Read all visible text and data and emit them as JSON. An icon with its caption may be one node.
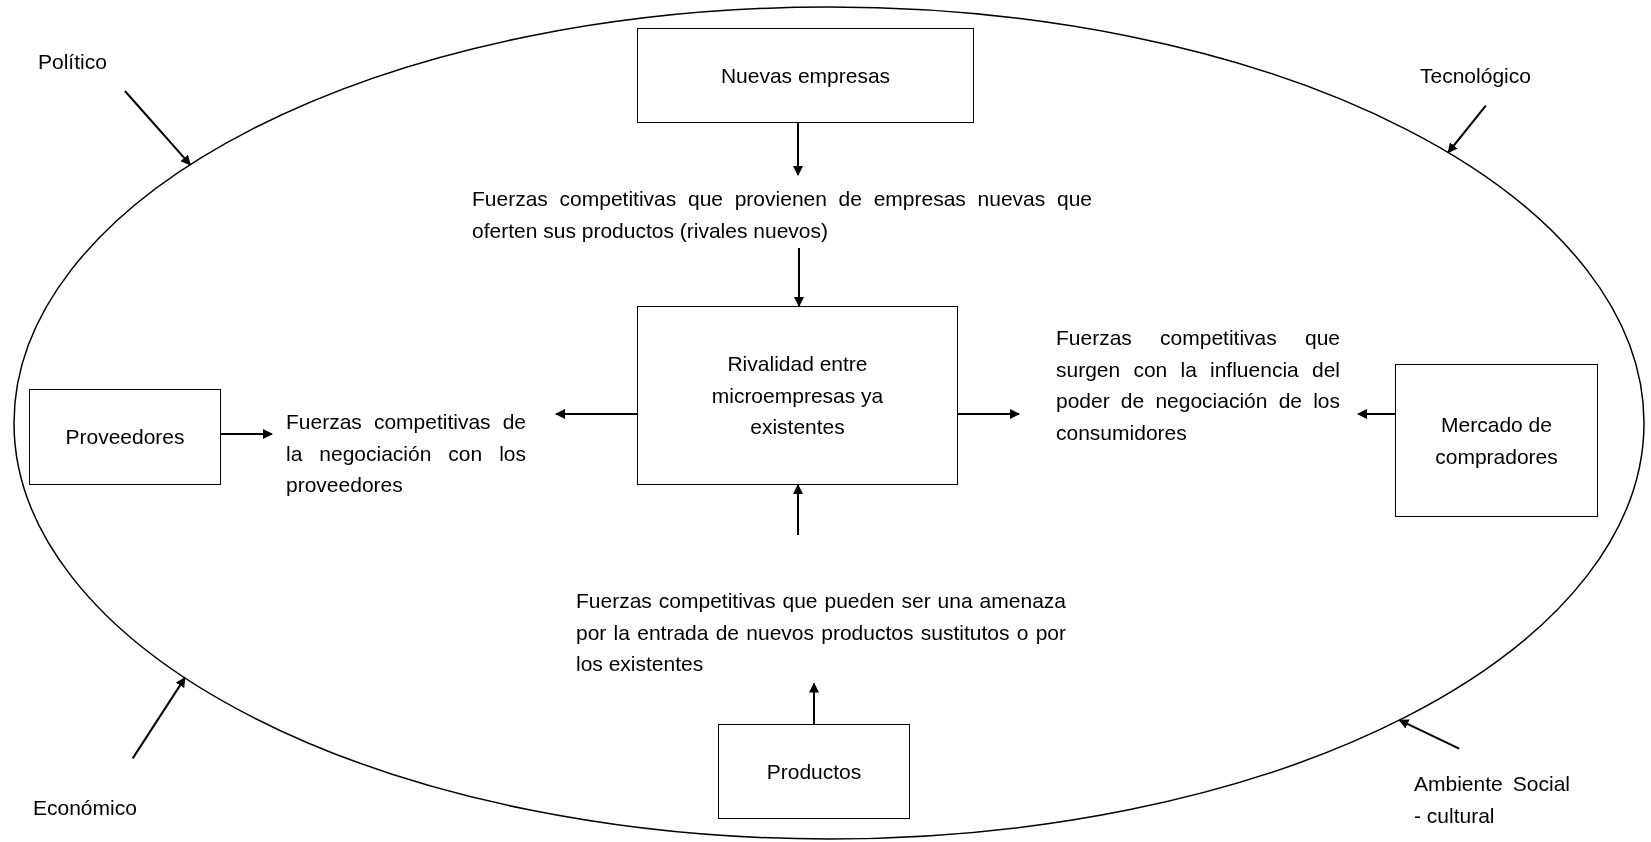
{
  "diagram": {
    "nodes": [
      {
        "text": [],
        "shape": "ellipse"
      },
      {
        "text": [
          "Político"
        ]
      },
      {
        "text": [
          "Tecnológico"
        ]
      },
      {
        "text": [
          "Económico"
        ]
      },
      {
        "text": [
          "Ambiente Social - cultural"
        ]
      },
      {
        "text": [
          "Nuevas empresas"
        ],
        "in": 0
      },
      {
        "text": [
          "Fuerzas competitivas que provienen de empresas nuevas que oferten sus productos (rivales nuevos)"
        ],
        "in": 0
      },
      {
        "text": [
          "Rivalidad entre microempresas ya existentes"
        ],
        "in": 0
      },
      {
        "text": [
          "Proveedores"
        ],
        "in": 0
      },
      {
        "text": [
          "Fuerzas competitivas de la negociación con los proveedores"
        ],
        "in": 0
      },
      {
        "text": [
          "Fuerzas competitivas que surgen con la influencia del poder de negociación de los consumidores"
        ],
        "in": 0
      },
      {
        "text": [
          "Mercado de compradores"
        ],
        "in": 0
      },
      {
        "text": [
          "Fuerzas competitivas que pueden ser una amenaza por la entrada de nuevos productos sustitutos o por los existentes"
        ],
        "in": 0
      },
      {
        "text": [
          "Productos"
        ],
        "in": 0
      }
    ],
    "edges": [
      {
        "from": 1,
        "to": 0,
        "arrow": "to"
      },
      {
        "from": 2,
        "to": 0,
        "arrow": "to"
      },
      {
        "from": 3,
        "to": 0,
        "arrow": "to"
      },
      {
        "from": 4,
        "to": 0,
        "arrow": "to"
      },
      {
        "from": 5,
        "to": 6,
        "arrow": "to"
      },
      {
        "from": 6,
        "to": 7,
        "arrow": "to"
      },
      {
        "from": 7,
        "to": 9,
        "arrow": "to"
      },
      {
        "from": 7,
        "to": 10,
        "arrow": "to"
      },
      {
        "from": 8,
        "to": 9,
        "arrow": "to"
      },
      {
        "from": 11,
        "to": 10,
        "arrow": "to"
      },
      {
        "from": 12,
        "to": 7,
        "arrow": "to"
      },
      {
        "from": 13,
        "to": 12,
        "arrow": "to"
      }
    ]
  }
}
